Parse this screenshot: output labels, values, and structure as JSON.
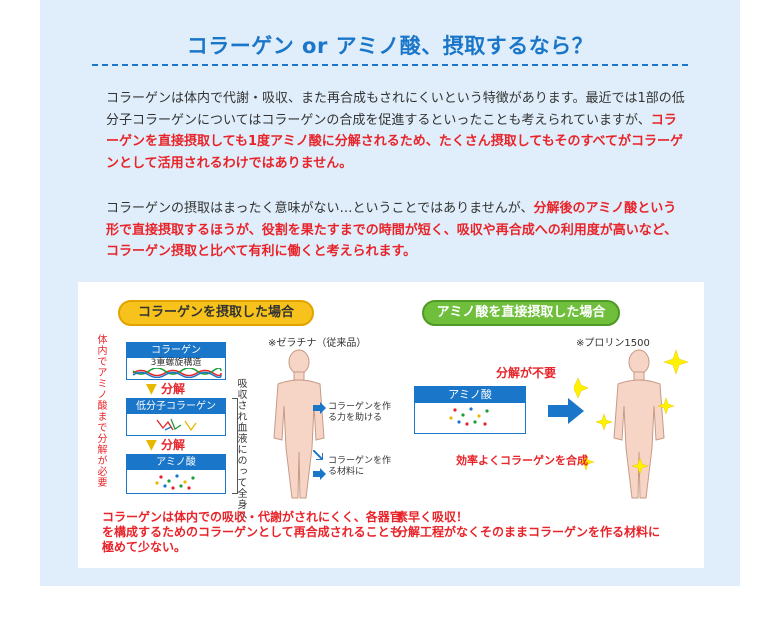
{
  "title": "コラーゲン or アミノ酸、摂取するなら？",
  "paragraph1": {
    "normal": "コラーゲンは体内で代謝・吸収、また再合成もされにくいという特徴があります。最近では1部の低分子コラーゲンについてはコラーゲンの合成を促進するといったことも考えられていますが、",
    "highlight": "コラーゲンを直接摂取しても1度アミノ酸に分解されるため、たくさん摂取してもそのすべてがコラーゲンとして活用されるわけではありません。"
  },
  "paragraph2": {
    "normal": "コラーゲンの摂取はまったく意味がない…ということではありませんが、",
    "highlight": "分解後のアミノ酸という形で直接摂取するほうが、役割を果たすまでの時間が短く、吸収や再合成への利用度が高いなど、コラーゲン摂取と比べて有利に働くと考えられます。"
  },
  "left": {
    "pill": "コラーゲンを摂取した場合",
    "note": "※ゼラチナ（従来品）",
    "vertical_red": "体内でアミノ酸まで分解が必要",
    "vertical_black": "吸収され血液にのって全身へ",
    "box1": "コラーゲン",
    "box1_sub": "3重螺旋構造",
    "decompose": "分解",
    "box2": "低分子コラーゲン",
    "box3": "アミノ酸",
    "arrow1": "コラーゲンを作る力を助ける",
    "arrow2": "コラーゲンを作る材料に",
    "caption": "コラーゲンは体内での吸収・代謝がされにくく、各器官を構成するためのコラーゲンとして再合成されることも極めて少ない。"
  },
  "right": {
    "pill": "アミノ酸を直接摂取した場合",
    "note": "※プロリン1500",
    "no_decompose": "分解が不要",
    "box": "アミノ酸",
    "synth": "効率よくコラーゲンを合成",
    "caption1": "素早く吸収！",
    "caption2": "分解工程がなくそのままコラーゲンを作る材料に"
  },
  "colors": {
    "accent": "#1a76c8",
    "red": "#e8242a",
    "panel": "#dfeefa",
    "yellow": "#f7c21b",
    "green": "#6fbf3c"
  }
}
